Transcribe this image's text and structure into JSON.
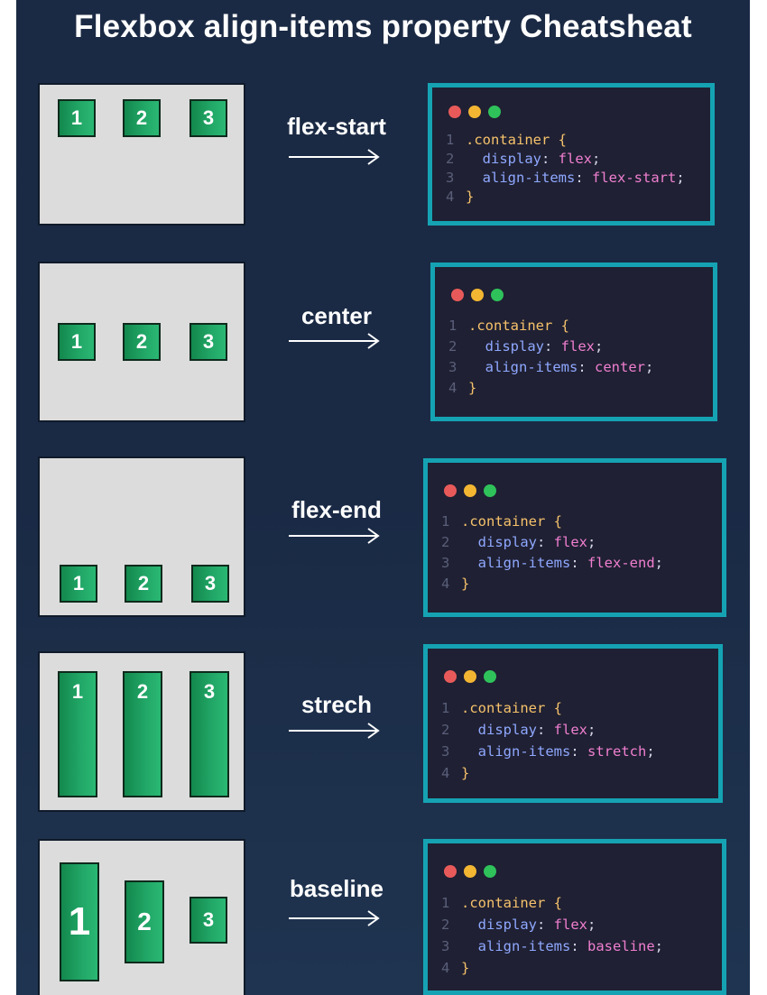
{
  "title": "Flexbox align-items property Cheatsheat",
  "colors": {
    "item_green": "#22a868",
    "panel_gray": "#dcdcdc",
    "editor_bg": "#1f2033",
    "editor_border": "#15a3b3",
    "dot_red": "#e85a5a",
    "dot_yellow": "#f3b632",
    "dot_green": "#2fc25b"
  },
  "icons": [
    "window-dots-icon",
    "right-arrow-icon"
  ],
  "rows": [
    {
      "label": "flex-start",
      "items": [
        "1",
        "2",
        "3"
      ],
      "code": {
        "ln1": "1",
        "ln2": "2",
        "ln3": "3",
        "ln4": "4",
        "selector": ".container",
        "open": "{",
        "p1": "display",
        "v1": "flex",
        "p2": "align-items",
        "v2": "flex-start",
        "close": "}"
      }
    },
    {
      "label": "center",
      "items": [
        "1",
        "2",
        "3"
      ],
      "code": {
        "ln1": "1",
        "ln2": "2",
        "ln3": "3",
        "ln4": "4",
        "selector": ".container",
        "open": "{",
        "p1": "display",
        "v1": "flex",
        "p2": "align-items",
        "v2": "center",
        "close": "}"
      }
    },
    {
      "label": "flex-end",
      "items": [
        "1",
        "2",
        "3"
      ],
      "code": {
        "ln1": "1",
        "ln2": "2",
        "ln3": "3",
        "ln4": "4",
        "selector": ".container",
        "open": "{",
        "p1": "display",
        "v1": "flex",
        "p2": "align-items",
        "v2": "flex-end",
        "close": "}"
      }
    },
    {
      "label": "strech",
      "items": [
        "1",
        "2",
        "3"
      ],
      "code": {
        "ln1": "1",
        "ln2": "2",
        "ln3": "3",
        "ln4": "4",
        "selector": ".container",
        "open": "{",
        "p1": "display",
        "v1": "flex",
        "p2": "align-items",
        "v2": "stretch",
        "close": "}"
      }
    },
    {
      "label": "baseline",
      "items": [
        "1",
        "2",
        "3"
      ],
      "code": {
        "ln1": "1",
        "ln2": "2",
        "ln3": "3",
        "ln4": "4",
        "selector": ".container",
        "open": "{",
        "p1": "display",
        "v1": "flex",
        "p2": "align-items",
        "v2": "baseline",
        "close": "}"
      }
    }
  ]
}
